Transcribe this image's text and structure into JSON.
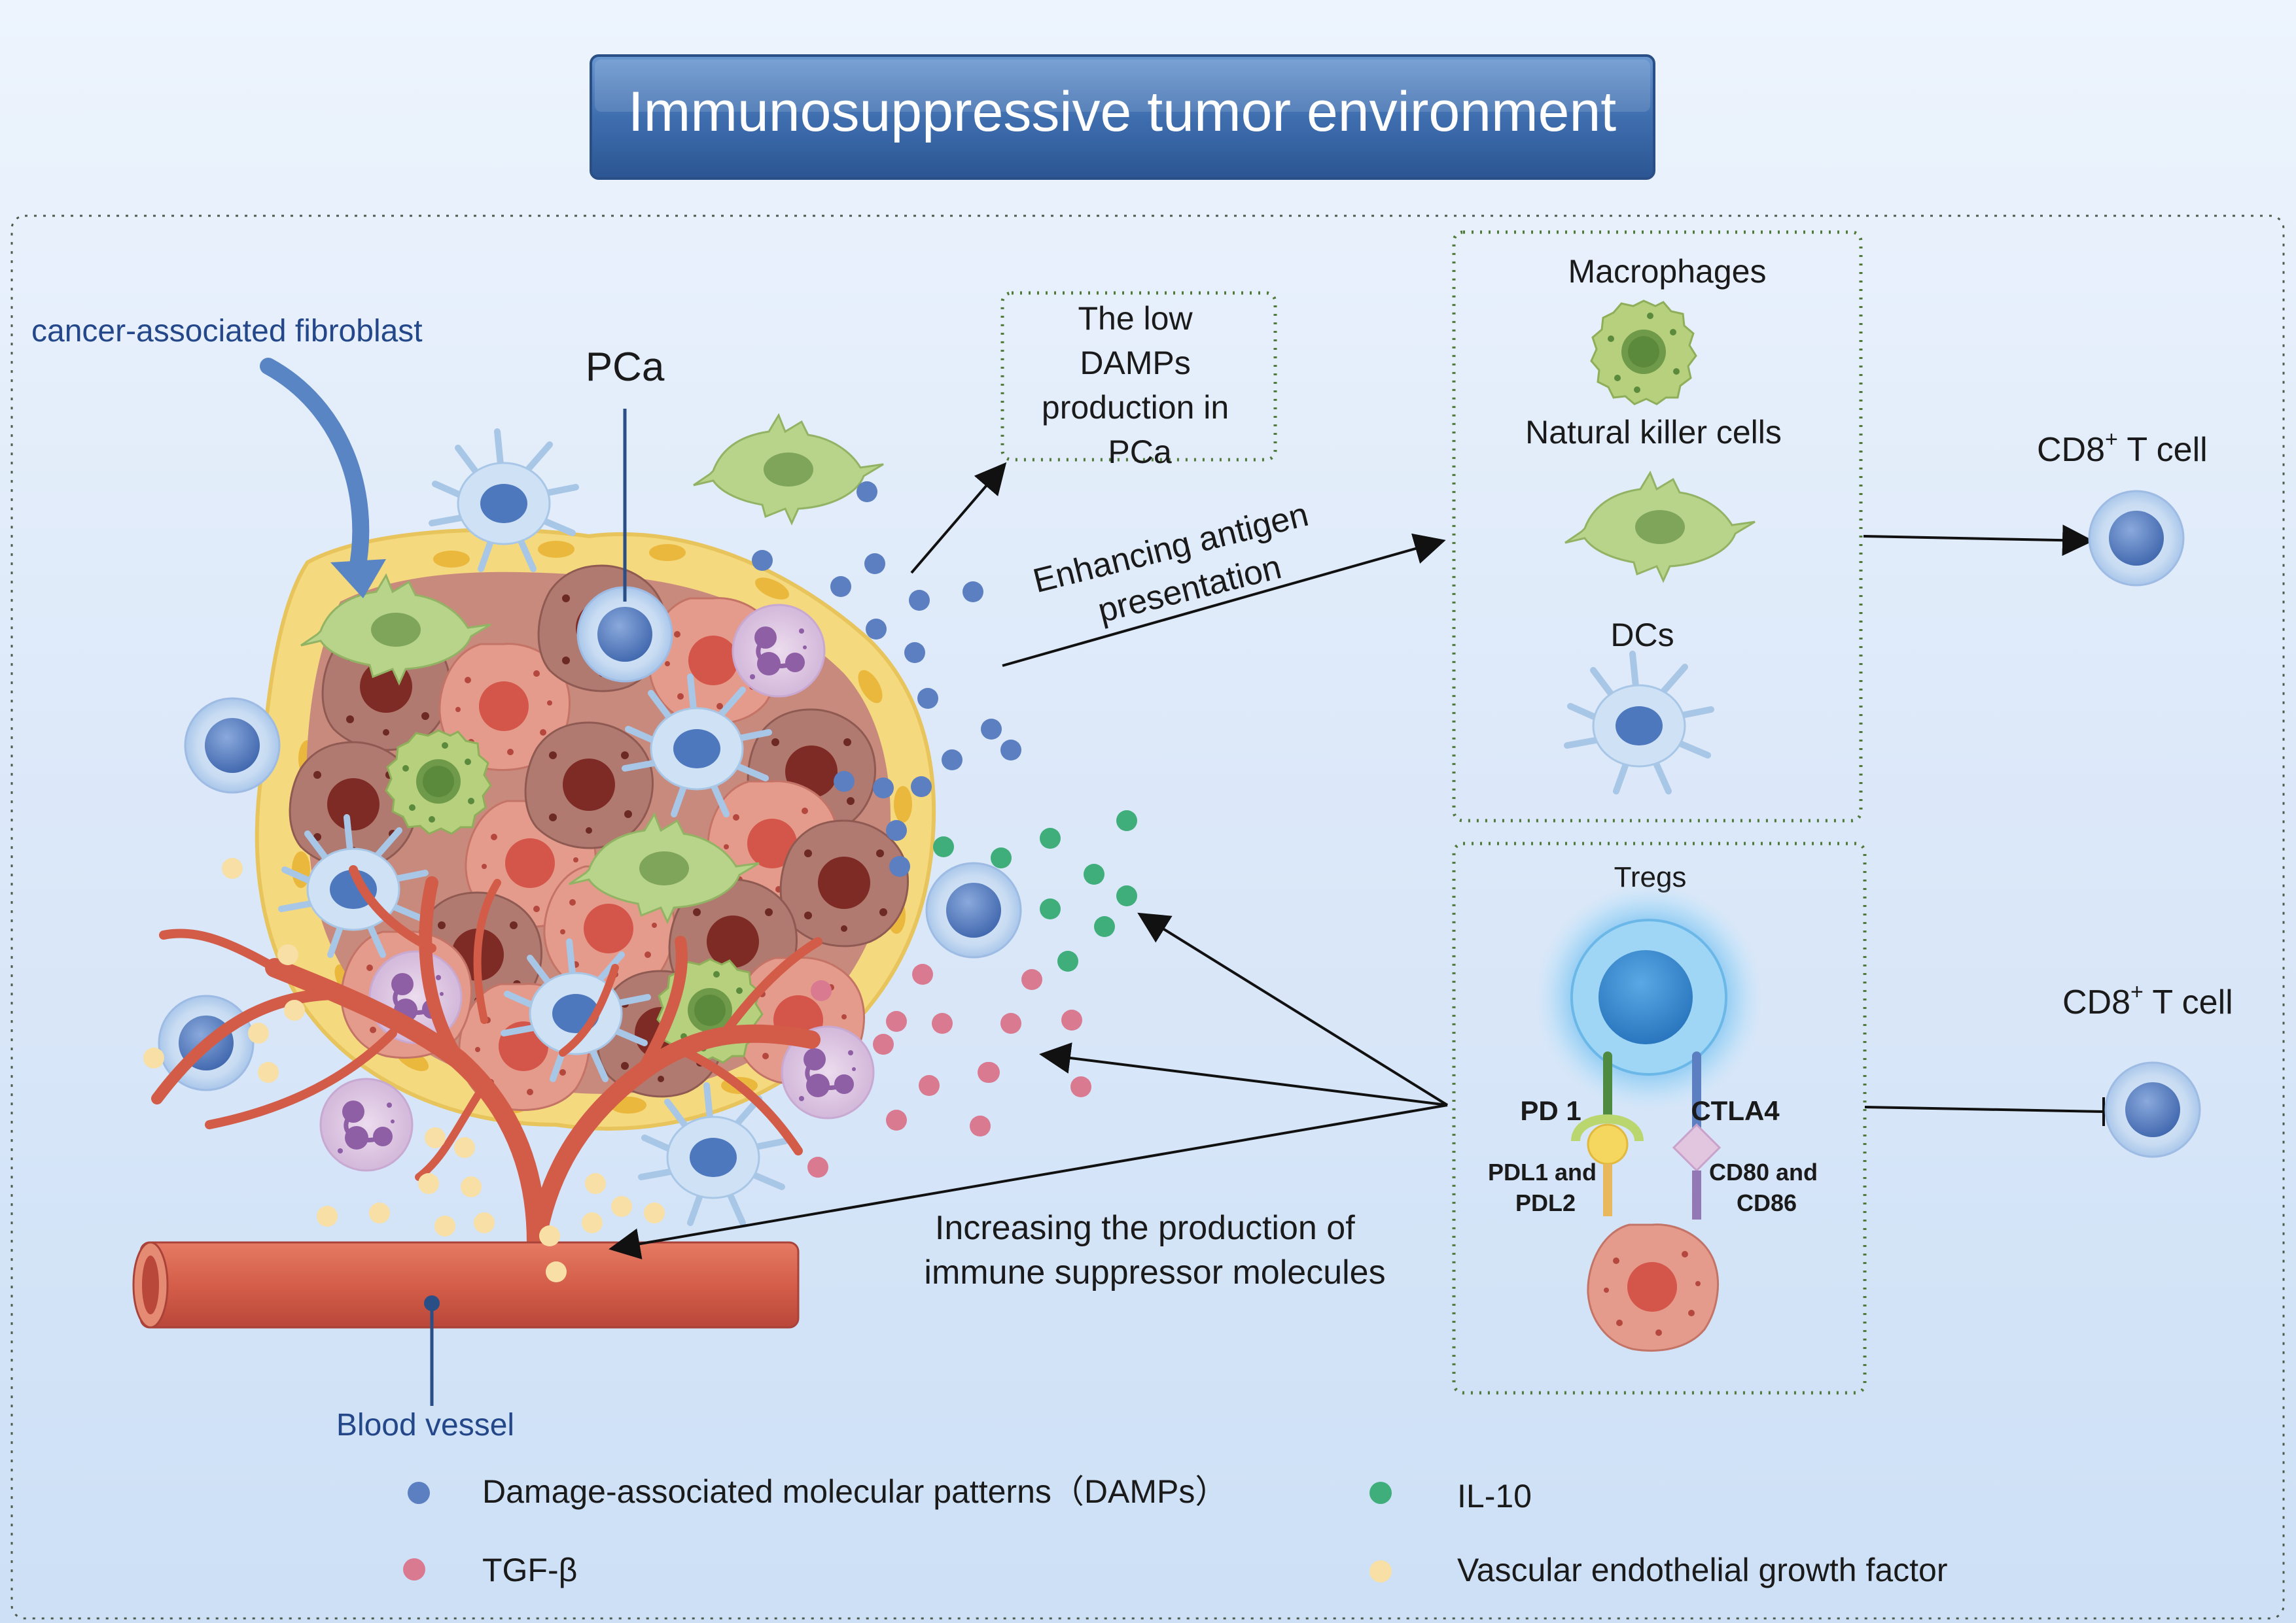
{
  "title": "Immunosuppressive tumor environment",
  "labels": {
    "caf": "cancer-associated fibroblast",
    "pca": "PCa",
    "blood_vessel": "Blood vessel",
    "damps_box": [
      "The low",
      "DAMPs",
      "production in",
      "PCa"
    ],
    "enhancing": [
      "Enhancing antigen",
      "presentation"
    ],
    "increasing": [
      "Increasing the production of",
      "immune suppressor molecules"
    ],
    "macrophages": "Macrophages",
    "nk": "Natural killer cells",
    "dcs": "DCs",
    "tregs": "Tregs",
    "pd1": "PD 1",
    "ctla4": "CTLA4",
    "pdl": [
      "PDL1 and",
      "PDL2"
    ],
    "cd80": [
      "CD80 and",
      "CD86"
    ],
    "cd8_top": "CD8",
    "cd8_bottom": "CD8",
    "cd8_sup": "+",
    "cd8_suffix": " T cell"
  },
  "legend": [
    {
      "label": "Damage-associated molecular patterns（DAMPs）",
      "color": "#5b7fc0"
    },
    {
      "label": "IL-10",
      "color": "#3fae7a"
    },
    {
      "label": "TGF-β",
      "color": "#d97a90"
    },
    {
      "label": "Vascular endothelial growth factor",
      "color": "#f7dfa6"
    }
  ],
  "colors": {
    "title_bg": "#3d6fb0",
    "dotted_border": "#4f7a3a",
    "vessel": "#d9644f",
    "tumor": "#e79a8a",
    "capsule": "#f5d97e"
  }
}
